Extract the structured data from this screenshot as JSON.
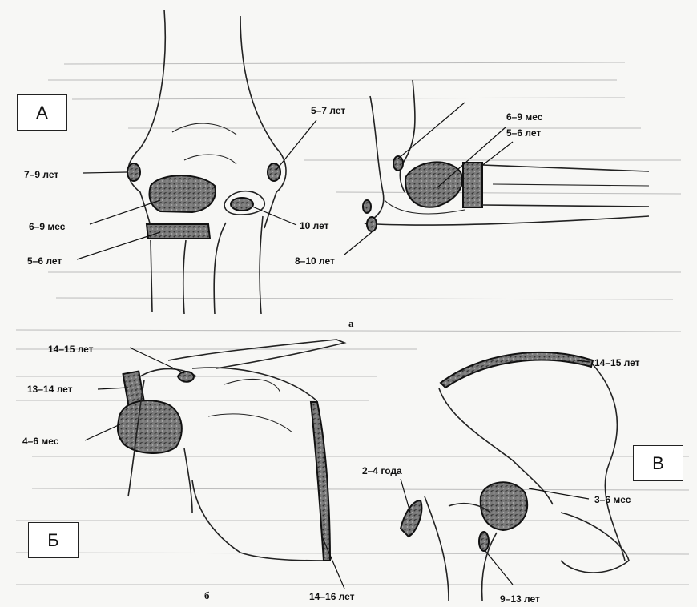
{
  "panel_labels": {
    "a": "А",
    "b": "Б",
    "v": "В"
  },
  "subcaptions": {
    "a": "а",
    "b": "б"
  },
  "elbow": {
    "front_labels": {
      "lat_epicondyle": "5–7 лет",
      "med_epicondyle": "7–9 лет",
      "capitulum": "6–9 мес",
      "radial_head": "5–6 лет",
      "trochlea": "10 лет"
    },
    "side_labels": {
      "capitulum": "6–9 мес",
      "radial_head": "5–6 лет",
      "olecranon": "8–10 лет"
    }
  },
  "shoulder": {
    "labels": {
      "acromion": "14–15 лет",
      "coracoid": "13–14 лет",
      "humeral_head": "4–6 мес",
      "scapula_border": "14–16 лет"
    }
  },
  "pelvis": {
    "labels": {
      "iliac_crest": "14–15 лет",
      "femoral_head": "3–6 мес",
      "greater_trochanter": "2–4 года",
      "ischial": "9–13 лет"
    }
  }
}
